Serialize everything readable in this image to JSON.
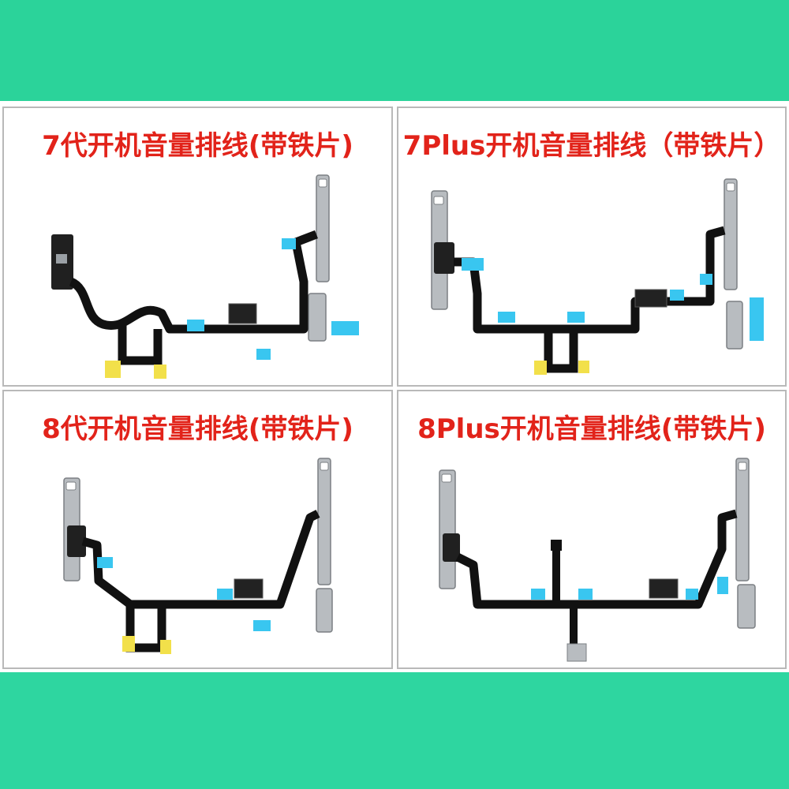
{
  "panels": [
    {
      "title": "7代开机音量排线(带铁片)",
      "image": "flex-cable-7-photo"
    },
    {
      "title": "7Plus开机音量排线（带铁片）",
      "image": "flex-cable-7plus-photo"
    },
    {
      "title": "8代开机音量排线(带铁片)",
      "image": "flex-cable-8-photo"
    },
    {
      "title": "8Plus开机音量排线(带铁片)",
      "image": "flex-cable-8plus-photo"
    }
  ],
  "colors": {
    "title": "#e2231a",
    "frame": "#2bd39a",
    "flex": "#111111",
    "bracket": "#b8bcc0",
    "tape_blue": "#39c6f0",
    "tape_yellow": "#f2e04a"
  }
}
